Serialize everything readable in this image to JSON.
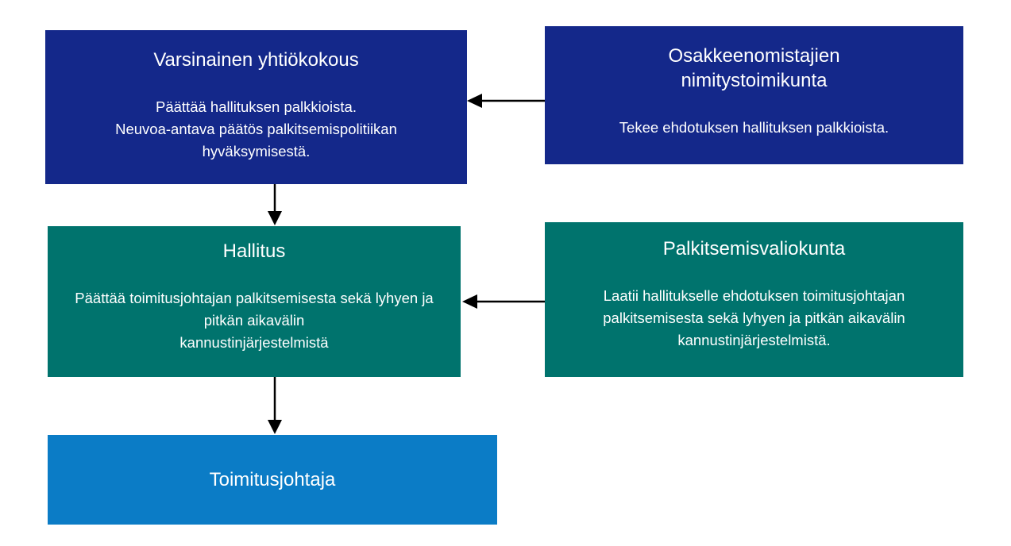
{
  "colors": {
    "navy": "#14288a",
    "teal": "#00736d",
    "blue": "#0b7cc6",
    "arrow": "#000000",
    "background": "#ffffff"
  },
  "boxes": {
    "agm": {
      "title": "Varsinainen yhtiökokous",
      "body": "Päättää hallituksen palkkioista.\nNeuvoa-antava päätös palkitsemispolitiikan hyväksymisestä."
    },
    "nomination": {
      "title": "Osakkeenomistajien\nnimitystoimikunta",
      "body": "Tekee ehdotuksen hallituksen palkkioista."
    },
    "board": {
      "title": "Hallitus",
      "body": "Päättää toimitusjohtajan palkitsemisesta sekä lyhyen ja pitkän aikavälin\nkannustinjärjestelmistä"
    },
    "remuneration": {
      "title": "Palkitsemisvaliokunta",
      "body": "Laatii hallitukselle ehdotuksen toimitusjohtajan palkitsemisesta sekä lyhyen ja pitkän aikavälin\nkannustinjärjestelmistä."
    },
    "ceo": {
      "title": "Toimitusjohtaja"
    }
  }
}
